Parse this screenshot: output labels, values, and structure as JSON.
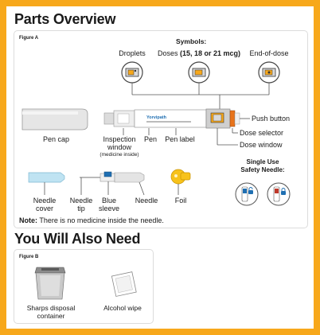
{
  "section1": {
    "title": "Parts Overview",
    "figure_label": "Figure A",
    "symbols": {
      "heading": "Symbols:",
      "droplets": "Droplets",
      "doses_prefix": "Doses ",
      "doses_values": "(15, 18 or 21 mcg)",
      "end_of_dose": "End-of-dose"
    },
    "pen": {
      "pen_cap": "Pen cap",
      "inspection_window_line1": "Inspection",
      "inspection_window_line2": "window",
      "inspection_window_note": "(medicine inside)",
      "pen": "Pen",
      "pen_label": "Pen label",
      "push_button": "Push button",
      "dose_selector": "Dose selector",
      "dose_window": "Dose window",
      "brand_on_pen": "Yorvipath"
    },
    "needle": {
      "needle_cover_line1": "Needle",
      "needle_cover_line2": "cover",
      "needle_tip_line1": "Needle",
      "needle_tip_line2": "tip",
      "blue_sleeve_line1": "Blue",
      "blue_sleeve_line2": "sleeve",
      "needle": "Needle",
      "foil": "Foil"
    },
    "safety": {
      "line1": "Single Use",
      "line2": "Safety Needle:"
    },
    "note_label": "Note:",
    "note_text": " There is no medicine inside the needle."
  },
  "section2": {
    "title": "You Will Also Need",
    "figure_label": "Figure B",
    "sharps_line1": "Sharps disposal",
    "sharps_line2": "container",
    "alcohol_wipe": "Alcohol wipe"
  },
  "colors": {
    "border_orange": "#f7a81b",
    "dose_selector_orange": "#e8731a",
    "sleeve_blue": "#1f6fb2",
    "safety_red": "#c0392b",
    "needle_cover_blue": "#bfe3f2"
  },
  "icons": [
    "droplets-symbol-icon",
    "doses-symbol-icon",
    "end-of-dose-symbol-icon",
    "lock-icon",
    "sharps-container-icon",
    "alcohol-wipe-icon"
  ]
}
